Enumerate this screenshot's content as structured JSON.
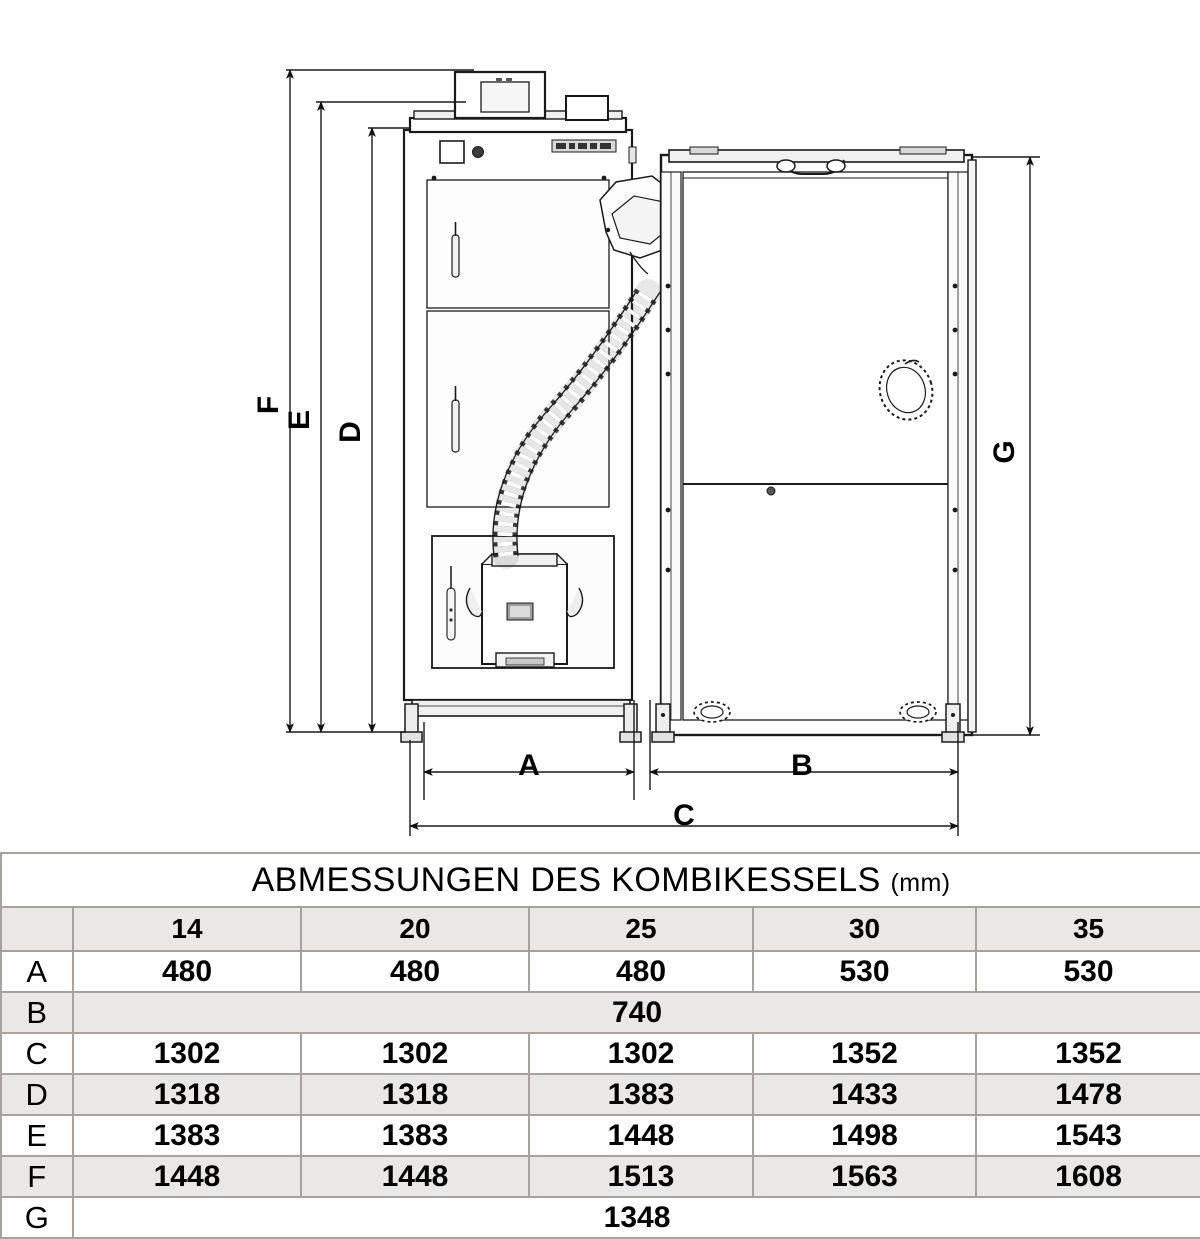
{
  "drawing": {
    "title": "boiler-dimension-drawing",
    "dimension_labels": {
      "A": "A",
      "B": "B",
      "C": "C",
      "D": "D",
      "E": "E",
      "F": "F",
      "G": "G"
    },
    "components": {
      "boiler_body": "boiler-body",
      "control_panel": "control-panel",
      "burner": "pellet-burner",
      "flexible_hose": "flexible-feed-hose",
      "fuel_hopper": "fuel-hopper-tank",
      "feet": "adjustable-feet"
    },
    "line_color": "#1a1a1a"
  },
  "table": {
    "title": "ABMESSUNGEN DES KOMBIKESSELS",
    "title_unit": "(mm)",
    "corner_label": "",
    "model_headers": [
      "14",
      "20",
      "25",
      "30",
      "35"
    ],
    "rows": [
      {
        "label": "A",
        "span": false,
        "values": [
          "480",
          "480",
          "480",
          "530",
          "530"
        ]
      },
      {
        "label": "B",
        "span": true,
        "value": "740"
      },
      {
        "label": "C",
        "span": false,
        "values": [
          "1302",
          "1302",
          "1302",
          "1352",
          "1352"
        ]
      },
      {
        "label": "D",
        "span": false,
        "values": [
          "1318",
          "1318",
          "1383",
          "1433",
          "1478"
        ]
      },
      {
        "label": "E",
        "span": false,
        "values": [
          "1383",
          "1383",
          "1448",
          "1498",
          "1543"
        ]
      },
      {
        "label": "F",
        "span": false,
        "values": [
          "1448",
          "1448",
          "1513",
          "1563",
          "1608"
        ]
      },
      {
        "label": "G",
        "span": true,
        "value": "1348"
      }
    ],
    "border_color": "#a9a19a",
    "shade_color": "#e9e8e7"
  }
}
